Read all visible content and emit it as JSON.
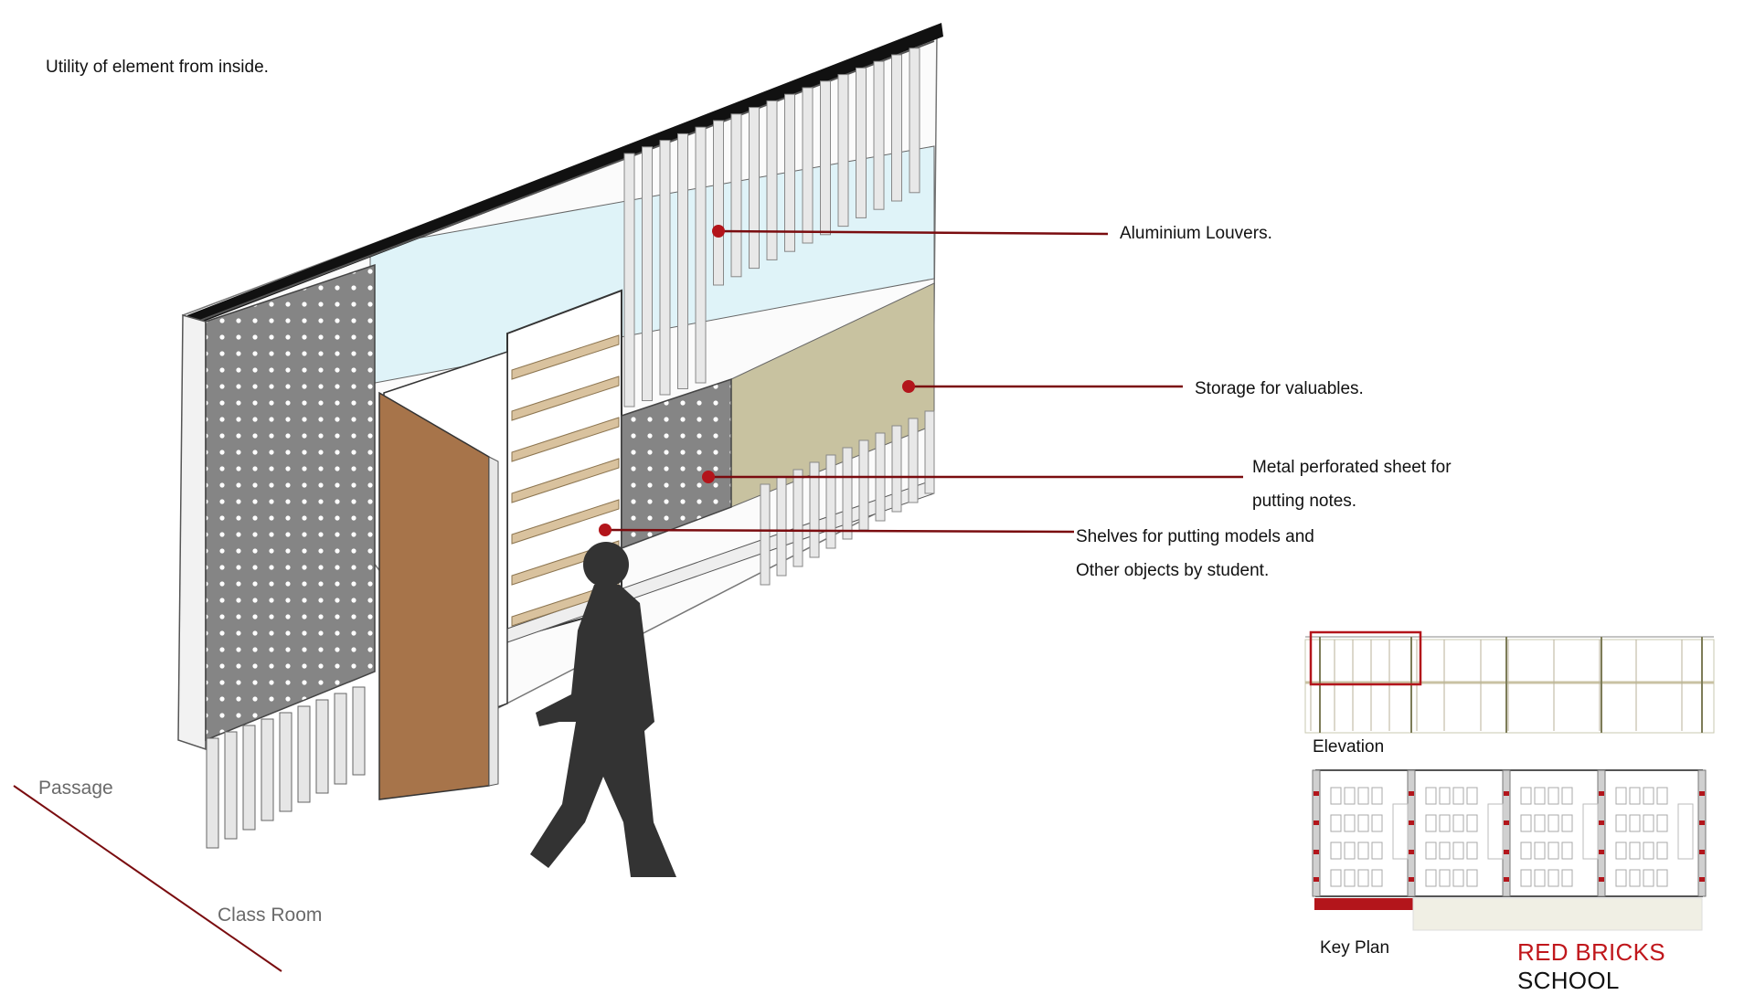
{
  "title": "Utility of element from inside.",
  "callouts": {
    "louvers": "Aluminium Louvers.",
    "storage": "Storage for valuables.",
    "sheet_line1": "Metal perforated sheet for",
    "sheet_line2": "putting notes.",
    "shelves_line1": "Shelves for putting models and",
    "shelves_line2": "Other objects by student."
  },
  "zones": {
    "passage": "Passage",
    "classroom": "Class Room"
  },
  "key_diagrams": {
    "elevation_label": "Elevation",
    "key_plan_label": "Key Plan"
  },
  "brand": {
    "part1": "RED BRICKS",
    "part2": "SCHOOL"
  },
  "colors": {
    "accent_red": "#b3151b",
    "glass": "#dff3f8",
    "storage_panel": "#c8c2a0",
    "door": "#a7744a",
    "shelf": "#d9c29e",
    "perforated": "#858585",
    "louver": "#e8e8e8",
    "figure": "#333333"
  }
}
